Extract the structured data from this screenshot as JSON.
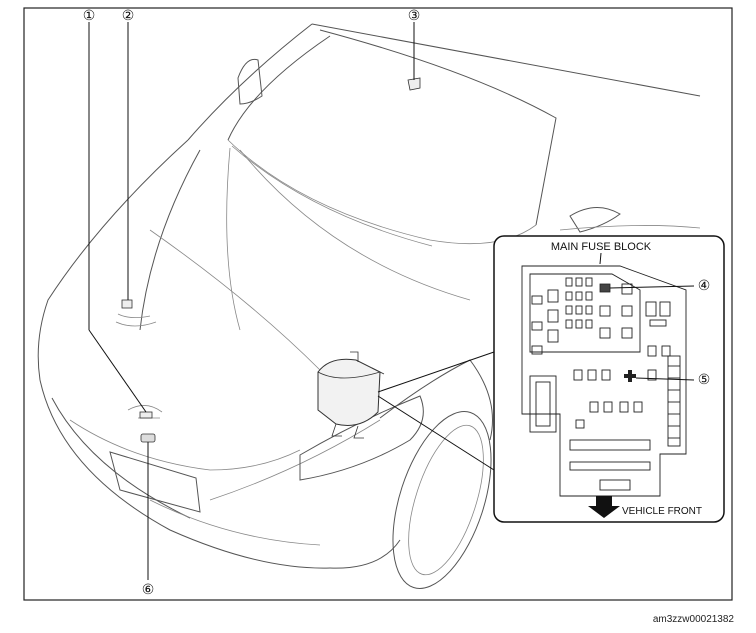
{
  "callouts": [
    {
      "id": "1",
      "label": "①"
    },
    {
      "id": "2",
      "label": "②"
    },
    {
      "id": "3",
      "label": "③"
    },
    {
      "id": "4",
      "label": "④"
    },
    {
      "id": "5",
      "label": "⑤"
    },
    {
      "id": "6",
      "label": "⑥"
    }
  ],
  "inset": {
    "title": "MAIN FUSE BLOCK",
    "direction_label": "VEHICLE FRONT"
  },
  "figure_code": "am3zzw00021382"
}
